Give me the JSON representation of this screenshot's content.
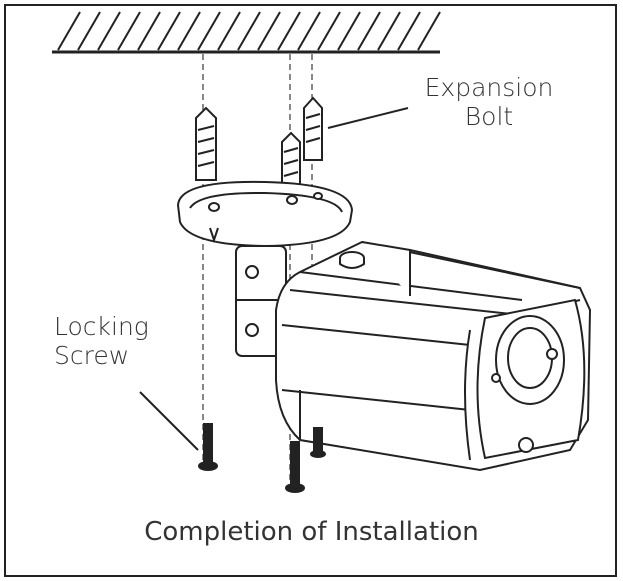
{
  "labels": {
    "expansion_bolt_line1": "Expansion",
    "expansion_bolt_line2": "Bolt",
    "locking_screw_line1": "Locking",
    "locking_screw_line2": "Screw"
  },
  "caption": "Completion of Installation",
  "colors": {
    "line": "#222222",
    "text": "#333333",
    "background": "#ffffff"
  }
}
